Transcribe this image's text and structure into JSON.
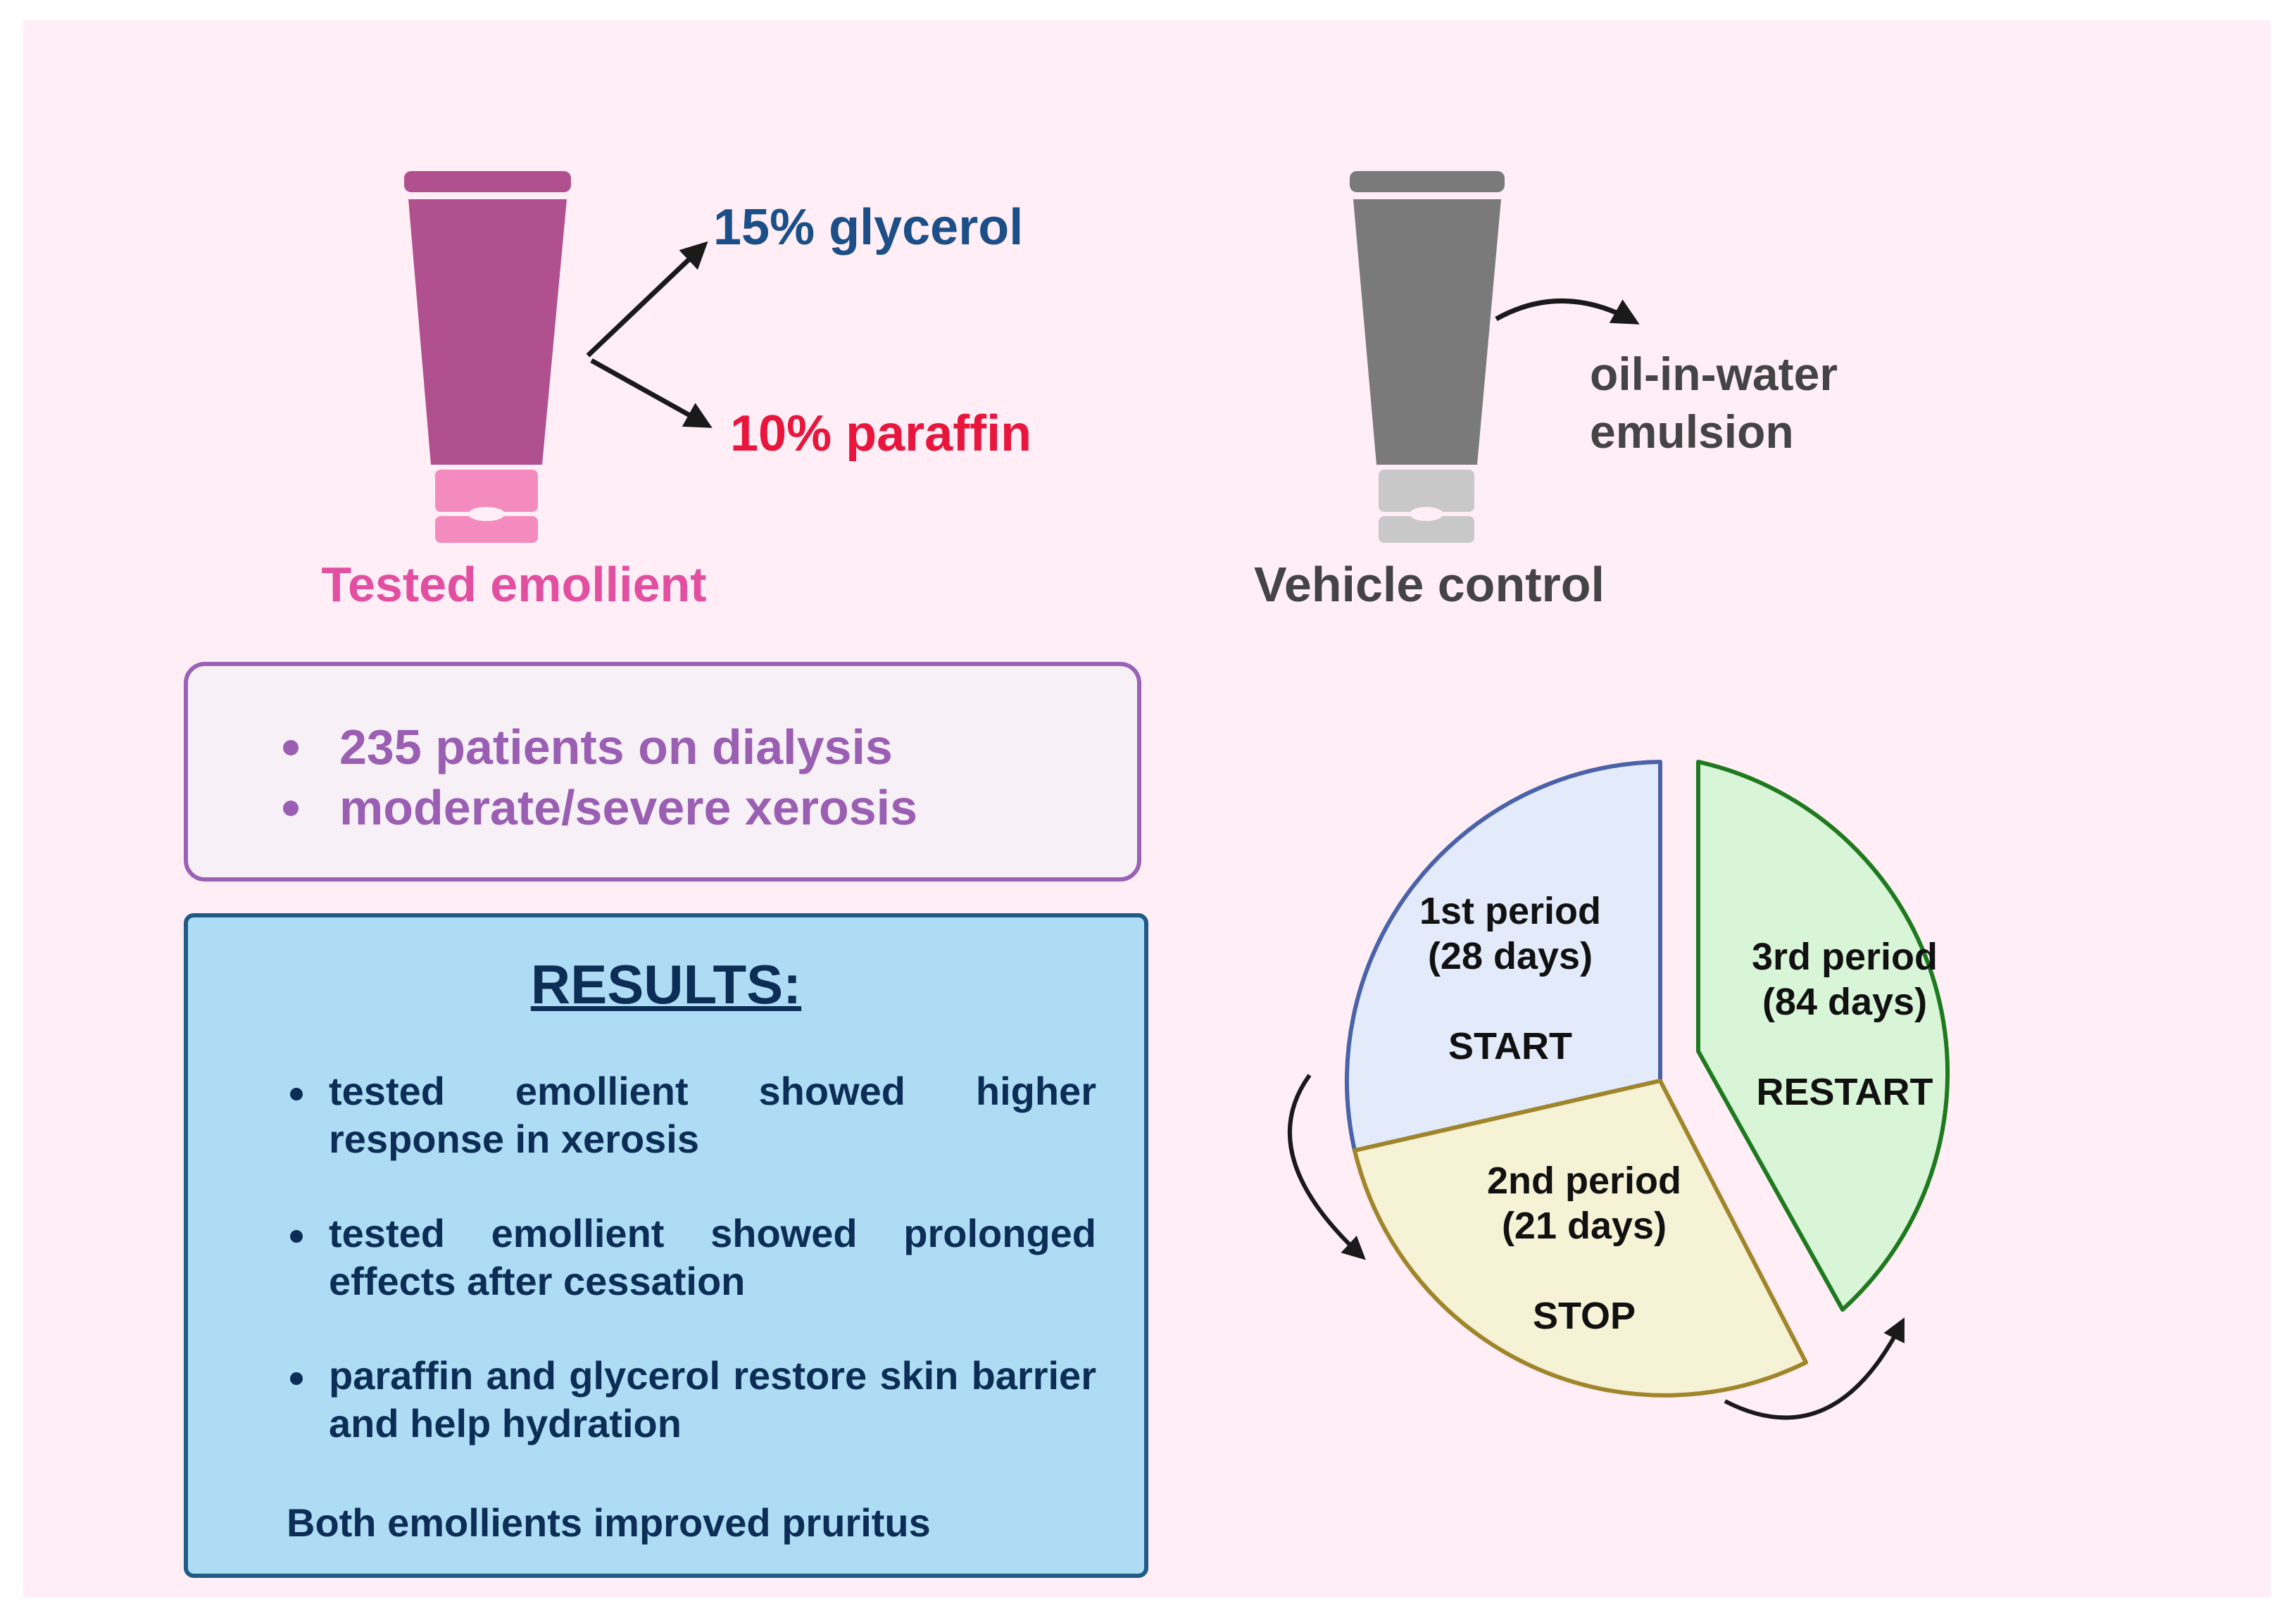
{
  "tested_emollient": {
    "label": "Tested emollient",
    "ingredients": [
      "15% glycerol",
      "10% paraffin"
    ],
    "colors": {
      "tube": "#b0508f",
      "cap": "#f48bbe",
      "label": "#e34fa0",
      "glycerol": "#1c4f87",
      "paraffin": "#e8163c"
    }
  },
  "vehicle_control": {
    "label": "Vehicle control",
    "description": [
      "oil-in-water",
      "emulsion"
    ],
    "colors": {
      "tube": "#7a7a7a",
      "cap": "#c8c8c8",
      "label": "#444444"
    }
  },
  "population": {
    "items": [
      "235 patients on dialysis",
      "moderate/severe xerosis"
    ],
    "colors": {
      "border": "#9a62b5",
      "text": "#9a5fb3",
      "background": "#f7f1f7"
    }
  },
  "results": {
    "title": "RESULTS:",
    "items": [
      "tested emollient showed higher response in xerosis",
      "tested emollient showed prolonged effects after cessation",
      "paraffin and glycerol restore skin barrier and help hydration"
    ],
    "footer": "Both emollients improved pruritus",
    "colors": {
      "background": "#addcf4",
      "border": "#1f5b86",
      "text": "#0c2d55"
    }
  },
  "study_periods": [
    {
      "name": "1st period",
      "duration": "(28 days)",
      "action": "START",
      "fill": "#e3ebfb",
      "stroke": "#4a62a8"
    },
    {
      "name": "2nd period",
      "duration": "(21 days)",
      "action": "STOP",
      "fill": "#f5f2d5",
      "stroke": "#a0852a"
    },
    {
      "name": "3rd period",
      "duration": "(84 days)",
      "action": "RESTART",
      "fill": "#d9f5d8",
      "stroke": "#1f7a1f"
    }
  ],
  "icons": [
    "emollient-tube-icon",
    "vehicle-tube-icon",
    "arrow-icon"
  ]
}
